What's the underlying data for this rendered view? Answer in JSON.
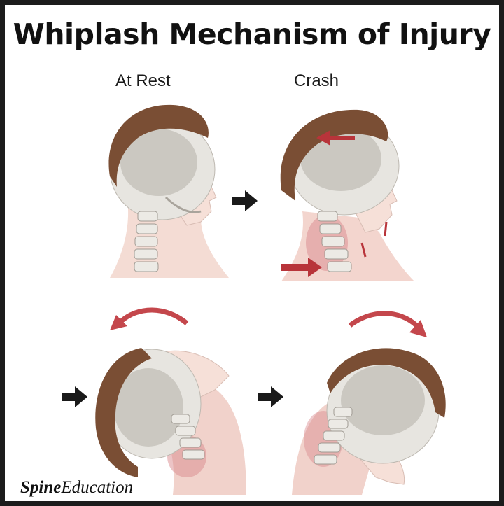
{
  "title": "Whiplash Mechanism of Injury",
  "labels": {
    "rest": "At Rest",
    "crash": "Crash"
  },
  "brand": {
    "bold": "Spine",
    "italic": "Education"
  },
  "colors": {
    "border": "#1c1c1c",
    "hair": "#7a4e34",
    "skin": "#f3d8d0",
    "skull": "#e4e2dd",
    "brain": "#c9c6bf",
    "red_arrow": "#b8343a",
    "black_arrow": "#1a1a1a"
  }
}
